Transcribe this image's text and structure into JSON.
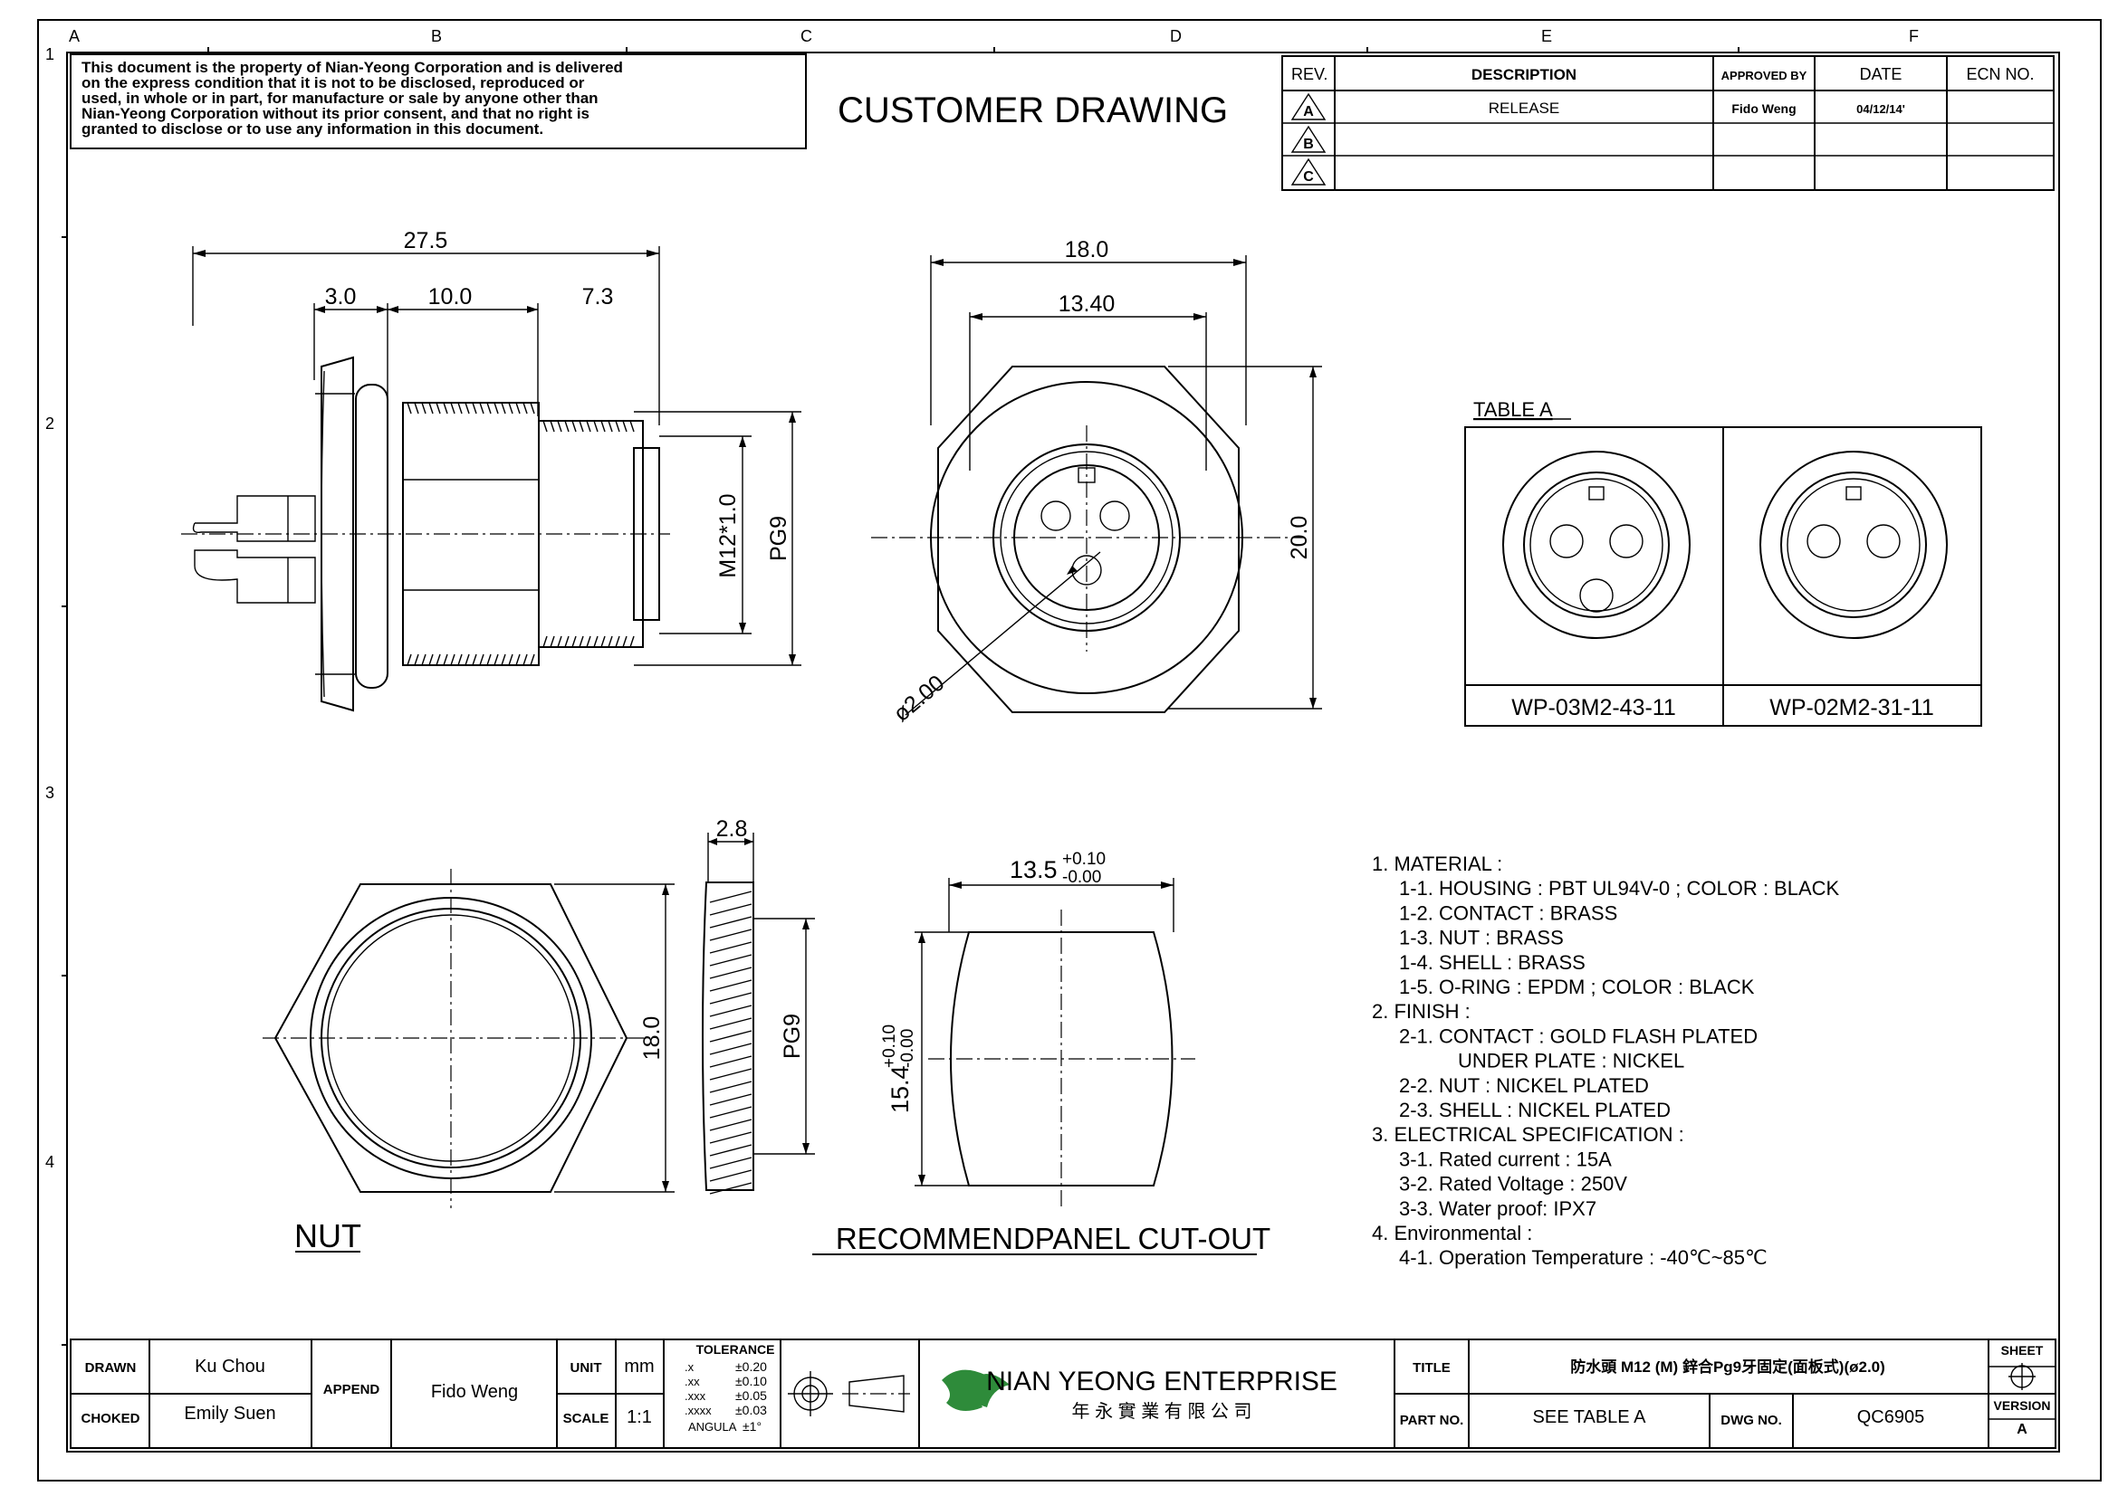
{
  "frame": {
    "zone_letters": [
      "A",
      "B",
      "C",
      "D",
      "E",
      "F"
    ],
    "zone_numbers": [
      "1",
      "2",
      "3",
      "4"
    ]
  },
  "notice": {
    "lines": [
      "This document is the property of Nian-Yeong Corporation and is delivered",
      "on  the  express condition that it is not to be disclosed, reproduced or",
      "used, in whole or in part, for manufacture or sale by anyone other than",
      "Nian-Yeong Corporation without  its prior consent, and that  no right  is",
      "granted to disclose or to use any information in this  document."
    ]
  },
  "title_heading": "CUSTOMER  DRAWING",
  "revision_table": {
    "headers": [
      "REV.",
      "DESCRIPTION",
      "APPROVED BY",
      "DATE",
      "ECN NO."
    ],
    "rows": [
      {
        "rev": "A",
        "description": "RELEASE",
        "approved_by": "Fido Weng",
        "date": "04/12/14'",
        "ecn": ""
      },
      {
        "rev": "B",
        "description": "",
        "approved_by": "",
        "date": "",
        "ecn": ""
      },
      {
        "rev": "C",
        "description": "",
        "approved_by": "",
        "date": "",
        "ecn": ""
      }
    ]
  },
  "side_view": {
    "dim_overall": "27.5",
    "dim_a": "3.0",
    "dim_b": "10.0",
    "dim_c": "7.3",
    "thread_label": "M12*1.0",
    "pg_label": "PG9"
  },
  "front_view": {
    "dim_width": "18.0",
    "dim_inner": "13.40",
    "dim_height": "20.0",
    "dim_hole": "ø2.00"
  },
  "table_a": {
    "title": "TABLE A",
    "parts": [
      "WP-03M2-43-11",
      "WP-02M2-31-11"
    ]
  },
  "nut": {
    "dim_height": "18.0",
    "dim_thickness": "2.8",
    "pg_label": "PG9",
    "label": "NUT"
  },
  "cutout": {
    "width_main": "13.5",
    "width_tol_upper": "+0.10",
    "width_tol_lower": "-0.00",
    "height_main": "15.4",
    "height_tol_upper": "+0.10",
    "height_tol_lower": "-0.00",
    "label": "RECOMMENDPANEL CUT-OUT"
  },
  "notes": [
    {
      "text": "1.  MATERIAL  :",
      "indent": 0
    },
    {
      "text": "1-1.  HOUSING  :  PBT  UL94V-0  ;  COLOR  :  BLACK",
      "indent": 1
    },
    {
      "text": "1-2.  CONTACT  :  BRASS",
      "indent": 1
    },
    {
      "text": "1-3.  NUT  :  BRASS",
      "indent": 1
    },
    {
      "text": "1-4.  SHELL  :  BRASS",
      "indent": 1
    },
    {
      "text": "1-5.  O-RING  :  EPDM  ;  COLOR  :  BLACK",
      "indent": 1
    },
    {
      "text": "2.  FINISH  :",
      "indent": 0
    },
    {
      "text": "2-1.  CONTACT  :  GOLD  FLASH  PLATED",
      "indent": 1
    },
    {
      "text": "UNDER  PLATE  :  NICKEL",
      "indent": 2
    },
    {
      "text": "2-2.  NUT  :  NICKEL  PLATED",
      "indent": 1
    },
    {
      "text": "2-3.  SHELL  :  NICKEL  PLATED",
      "indent": 1
    },
    {
      "text": "3.  ELECTRICAL  SPECIFICATION  :",
      "indent": 0
    },
    {
      "text": "3-1.  Rated  current  :  15A",
      "indent": 1
    },
    {
      "text": "3-2.  Rated  Voltage  :  250V",
      "indent": 1
    },
    {
      "text": "3-3.  Water  proof:  IPX7",
      "indent": 1
    },
    {
      "text": "4.  Environmental  :",
      "indent": 0
    },
    {
      "text": "4-1.  Operation  Temperature  :  -40℃~85℃",
      "indent": 1
    }
  ],
  "title_block": {
    "drawn_label": "DRAWN",
    "drawn_value": "Ku Chou",
    "checked_label": "CHOKED",
    "checked_value": "Emily Suen",
    "append_label": "APPEND",
    "append_value": "Fido Weng",
    "unit_label": "UNIT",
    "unit_value": "mm",
    "scale_label": "SCALE",
    "scale_value": "1:1",
    "tolerance": {
      "title": "TOLERANCE",
      "rows": [
        {
          "k": ".x",
          "v": "±0.20"
        },
        {
          "k": ".xx",
          "v": "±0.10"
        },
        {
          "k": ".xxx",
          "v": "±0.05"
        },
        {
          "k": ".xxxx",
          "v": "±0.03"
        },
        {
          "k": "ANGULA",
          "v": "±1°"
        }
      ]
    },
    "company_name": "NIAN YEONG ENTERPRISE",
    "company_chinese": "年 永 實 業 有 限 公 司",
    "title_label": "TITLE",
    "title_value": "防水頭 M12 (M) 鋅合Pg9牙固定(面板式)(ø2.0)",
    "part_label": "PART NO.",
    "part_value": "SEE TABLE A",
    "dwg_label": "DWG NO.",
    "dwg_value": "QC6905",
    "sheet_label": "SHEET",
    "version_label": "VERSION",
    "version_value": "A"
  },
  "colors": {
    "line": "#000000",
    "background": "#ffffff",
    "logo_green": "#2e8b3a"
  }
}
